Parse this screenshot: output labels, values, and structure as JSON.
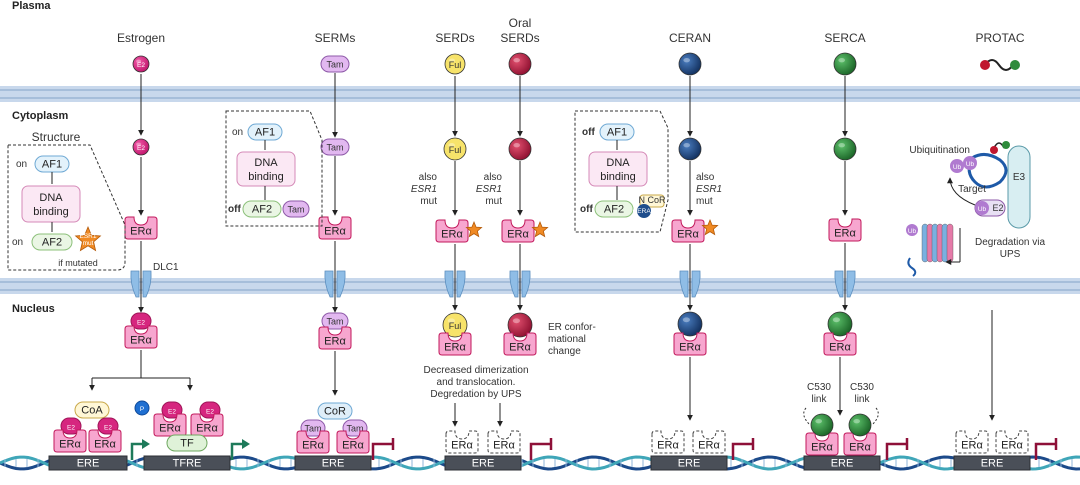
{
  "compartments": {
    "plasma": "Plasma",
    "cytoplasm": "Cytoplasm",
    "nucleus": "Nucleus"
  },
  "columns": {
    "estrogen": "Estrogen",
    "serms": "SERMs",
    "serds": "SERDs",
    "oral_serds_1": "Oral",
    "oral_serds_2": "SERDs",
    "ceran": "CERAN",
    "serca": "SERCA",
    "protac": "PROTAC"
  },
  "ligands": {
    "e2": "E2",
    "tam": "Tam",
    "ful": "Ful"
  },
  "receptor": "ERα",
  "structure": {
    "title": "Structure",
    "af1": "AF1",
    "dna_1": "DNA",
    "dna_2": "binding",
    "af2": "AF2",
    "on": "on",
    "off": "off",
    "esr1_1": "ESR1",
    "esr1_2": "mut",
    "if_mutated": "if mutated",
    "ncor_1": "N CoR",
    "ceran_small": "CERAN"
  },
  "dlc1": "DLC1",
  "mutation": {
    "also": "also",
    "esr1": "ESR1",
    "mut": "mut"
  },
  "nuclear": {
    "coa": "CoA",
    "cor": "CoR",
    "p": "P",
    "tf": "TF",
    "ere": "ERE",
    "tfre": "TFRE",
    "er_conf_1": "ER confor-",
    "er_conf_2": "mational",
    "er_conf_3": "change",
    "decr_1": "Decreased dimerization",
    "decr_2": "and translocation.",
    "decr_3": "Degredation by UPS",
    "c530_1": "C530",
    "c530_2": "link"
  },
  "protac": {
    "ubiquitination": "Ubiquitination",
    "ub": "Ub",
    "target": "Target",
    "e3": "E3",
    "e2": "E2",
    "degr_1": "Degradation via",
    "degr_2": "UPS"
  },
  "colors": {
    "e2": "#d6267f",
    "ful": "#f7e36a",
    "oral": "#b81d45",
    "ceran": "#1f4e8c",
    "serca": "#2e8b3b",
    "tam": "#e2b8f0",
    "er": "#f7a6cf",
    "membrane": "#c8d8ec"
  }
}
